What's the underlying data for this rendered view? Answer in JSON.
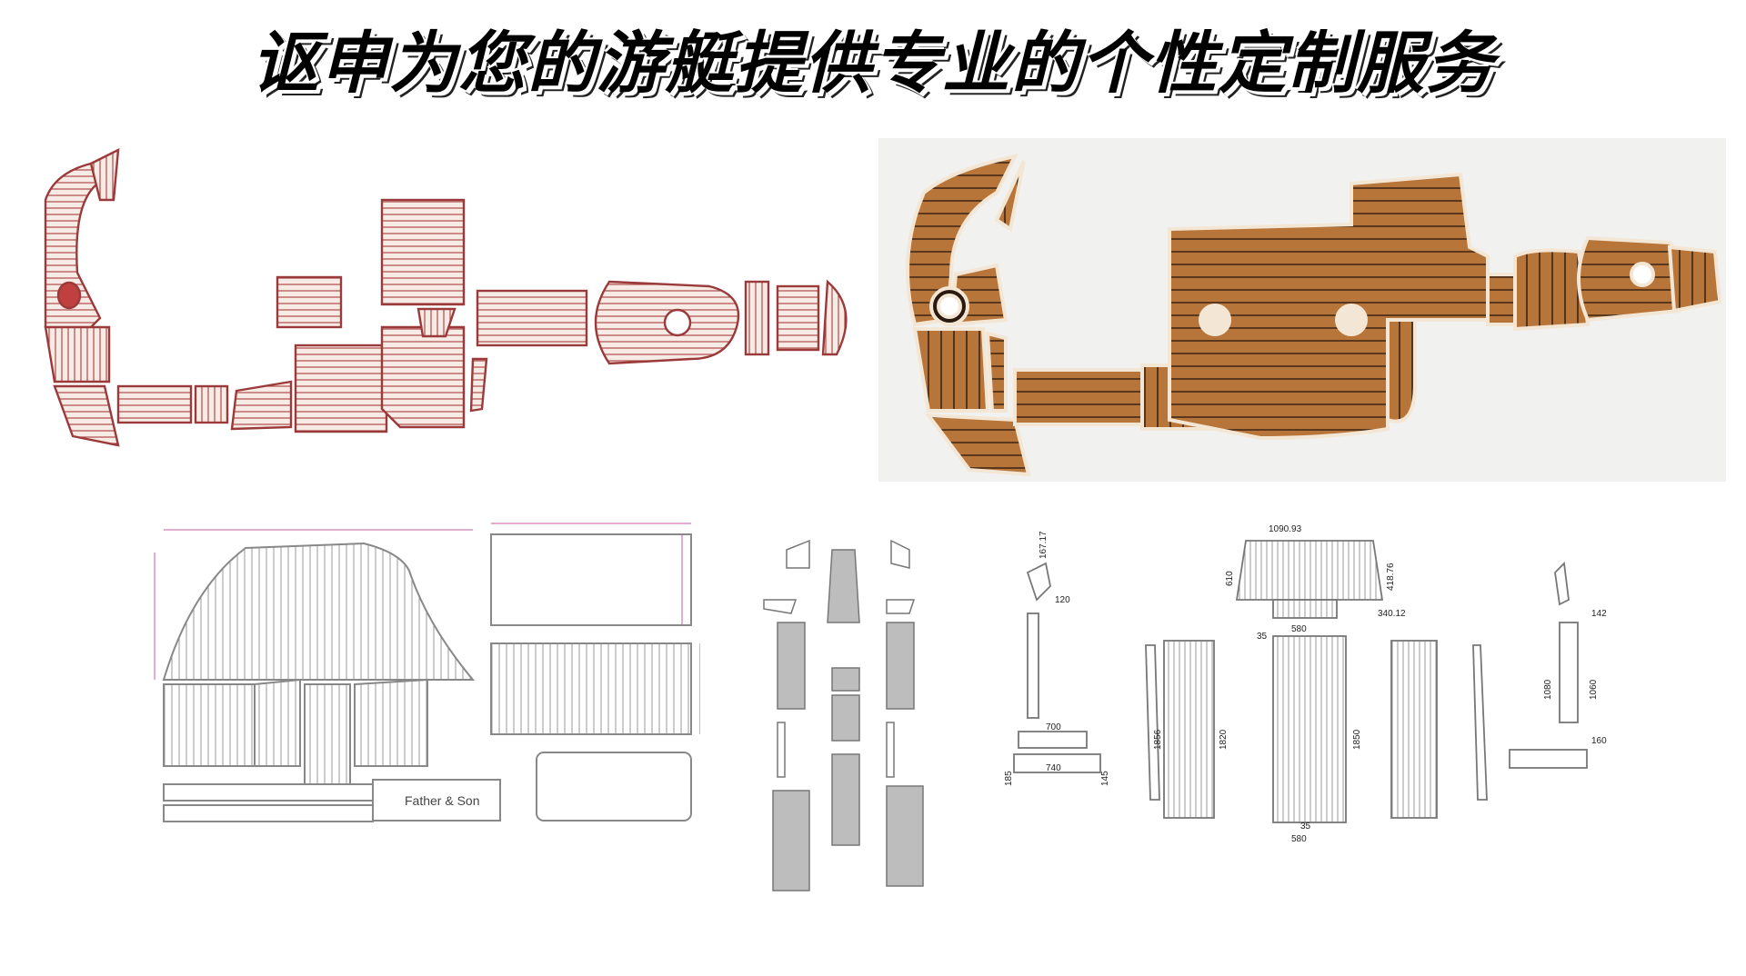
{
  "title": "讴申为您的游艇提供专业的个性定制服务",
  "drawing1": {
    "brand": "Father & Son"
  },
  "drawing3": {
    "dims": {
      "d_167": "167.17",
      "d_120": "120",
      "d_700": "700",
      "d_740": "740",
      "d_185": "185",
      "d_145": "145",
      "d_1090": "1090.93",
      "d_610": "610",
      "d_418": "418.76",
      "d_580a": "580",
      "d_340": "340.12",
      "d_35a": "35",
      "d_1856": "1856",
      "d_1820": "1820",
      "d_1850": "1850",
      "d_35b": "35",
      "d_580b": "580",
      "d_142": "142",
      "d_1080": "1080",
      "d_1060": "1060",
      "d_160": "160"
    }
  },
  "colors": {
    "outline": "#b04a4a",
    "outline_fill": "#f6e6e0",
    "teak": "#b8753a",
    "teak_line": "#3a2414",
    "drawing_gray": "#9a9a9a",
    "drawing_fill": "#bdbdbd"
  }
}
